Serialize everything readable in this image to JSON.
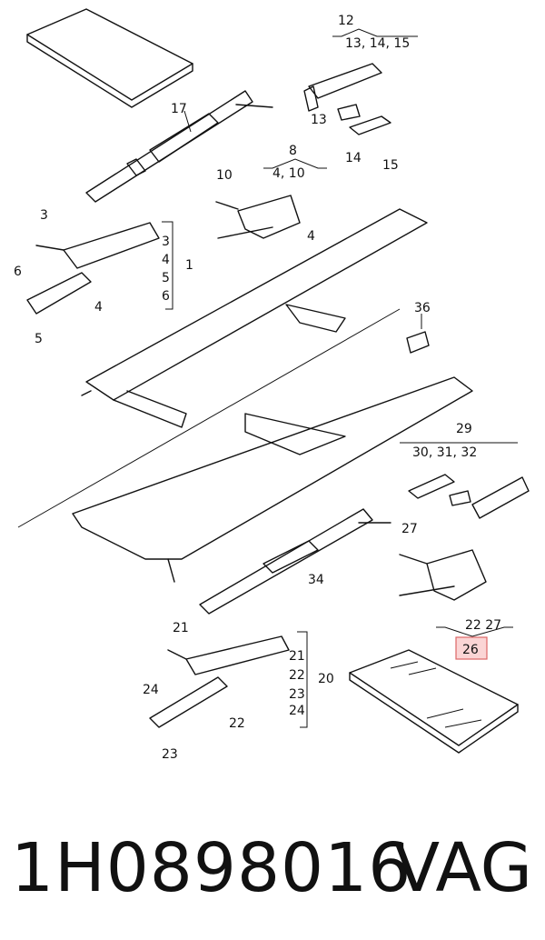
{
  "callouts": {
    "c12": "12",
    "c12_sub": "13, 14, 15",
    "c13": "13",
    "c14": "14",
    "c15": "15",
    "c17": "17",
    "c8": "8",
    "c8_sub": "4,  10",
    "c10": "10",
    "c4a": "4",
    "c3": "3",
    "c1_list_3": "3",
    "c1_list_4": "4",
    "c1_list_5": "5",
    "c1_list_6": "6",
    "c1": "1",
    "c6": "6",
    "c4b": "4",
    "c5": "5",
    "c36": "36",
    "c29": "29",
    "c29_sub": "30, 31, 32",
    "c34": "34",
    "c27": "27",
    "c26_sub": "22  27",
    "c26": "26",
    "c21": "21",
    "c20_list_21": "21",
    "c20_list_22": "22",
    "c20_list_23": "23",
    "c20_list_24": "24",
    "c20": "20",
    "c24": "24",
    "c22": "22",
    "c23": "23"
  },
  "highlight_color": "#fbd5d5",
  "footer": {
    "part_number": "1H0898016",
    "brand": "VAG"
  }
}
